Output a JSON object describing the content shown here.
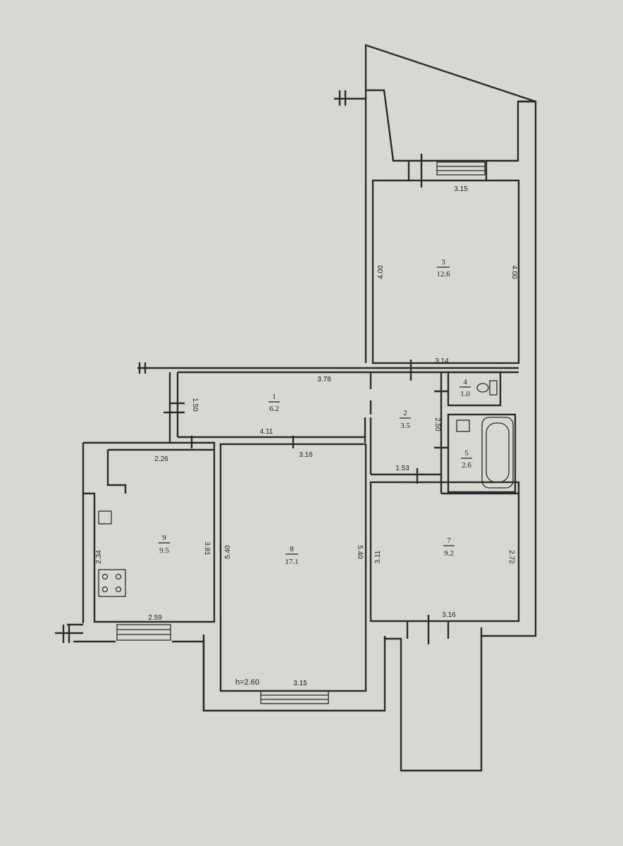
{
  "rooms": [
    {
      "number": "1",
      "area": "6.2"
    },
    {
      "number": "2",
      "area": "3.5"
    },
    {
      "number": "3",
      "area": "12.6"
    },
    {
      "number": "4",
      "area": "1.0"
    },
    {
      "number": "5",
      "area": "2.6"
    },
    {
      "number": "7",
      "area": "9.2"
    },
    {
      "number": "8",
      "area": "17.1"
    },
    {
      "number": "9",
      "area": "9.5"
    }
  ],
  "dimensions": {
    "room3_top": "3.15",
    "room3_left": "4.00",
    "room3_right": "4.00",
    "room3_bottom": "3.14",
    "hall_top": "3.78",
    "hall_left": "1.50",
    "hall_bottom": "4.11",
    "corridor_right": "2.50",
    "corridor_bottom": "1.53",
    "kitchen_top": "2.26",
    "kitchen_left": "2.34",
    "kitchen_right": "3.81",
    "kitchen_bottom": "2.59",
    "living_top": "3.16",
    "living_left": "5.40",
    "living_right": "5.40",
    "living_bottom": "3.15",
    "room7_left": "3.11",
    "room7_right": "2.72",
    "room7_bottom": "3.16"
  },
  "ceiling_height": "h=2.60",
  "colors": {
    "paper": "#d9d7d2",
    "ink": "#2a2a2a"
  },
  "icons": [
    "toilet-icon",
    "bathtub-icon",
    "sink-icon",
    "stove-icon",
    "kitchen-sink-icon"
  ]
}
